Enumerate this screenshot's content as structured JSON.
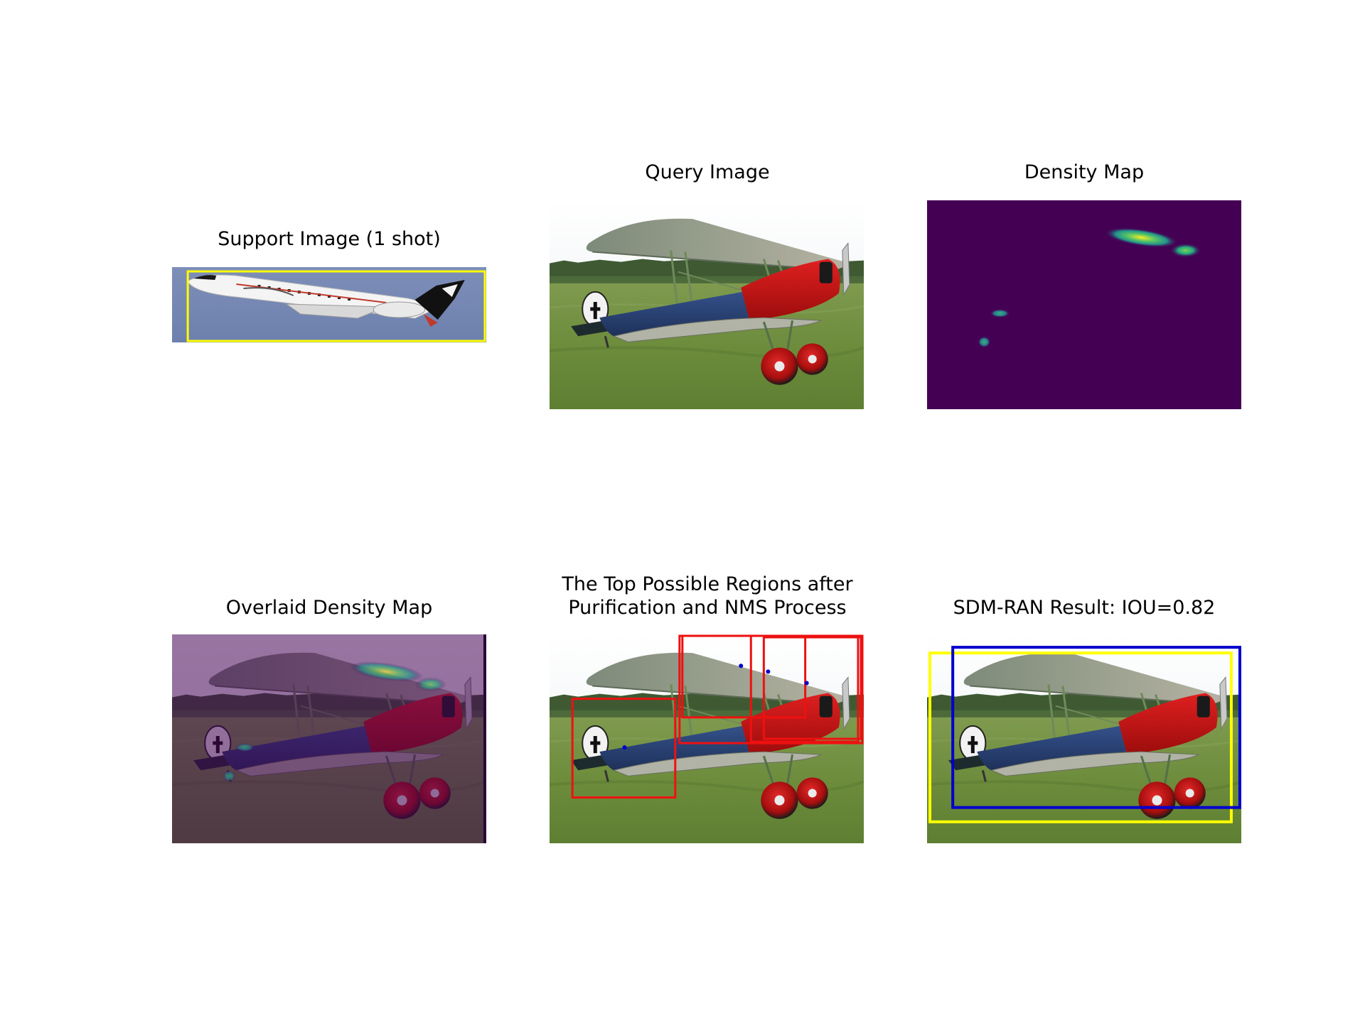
{
  "figure": {
    "panels": [
      {
        "id": "support",
        "title": "Support Image (1 shot)"
      },
      {
        "id": "query",
        "title": "Query Image"
      },
      {
        "id": "density",
        "title": "Density Map"
      },
      {
        "id": "overlay",
        "title": "Overlaid Density Map"
      },
      {
        "id": "regions",
        "title": "The Top Possible Regions after\nPurification and NMS Process"
      },
      {
        "id": "result",
        "title": "SDM-RAN Result: IOU=0.82"
      }
    ]
  },
  "colors": {
    "ground_truth_box": "#ffff00",
    "predicted_box": "#0000cc",
    "candidate_region_box": "#ee1111",
    "density_background": "#440154",
    "density_peak": "#fde725",
    "density_mid": "#21a08a"
  },
  "icons": {
    "support_photo": "regional-jet-airliner-photo",
    "query_photo": "red-biplane-on-grass-photo",
    "density_heatmap": "viridis-density-heatmap"
  }
}
